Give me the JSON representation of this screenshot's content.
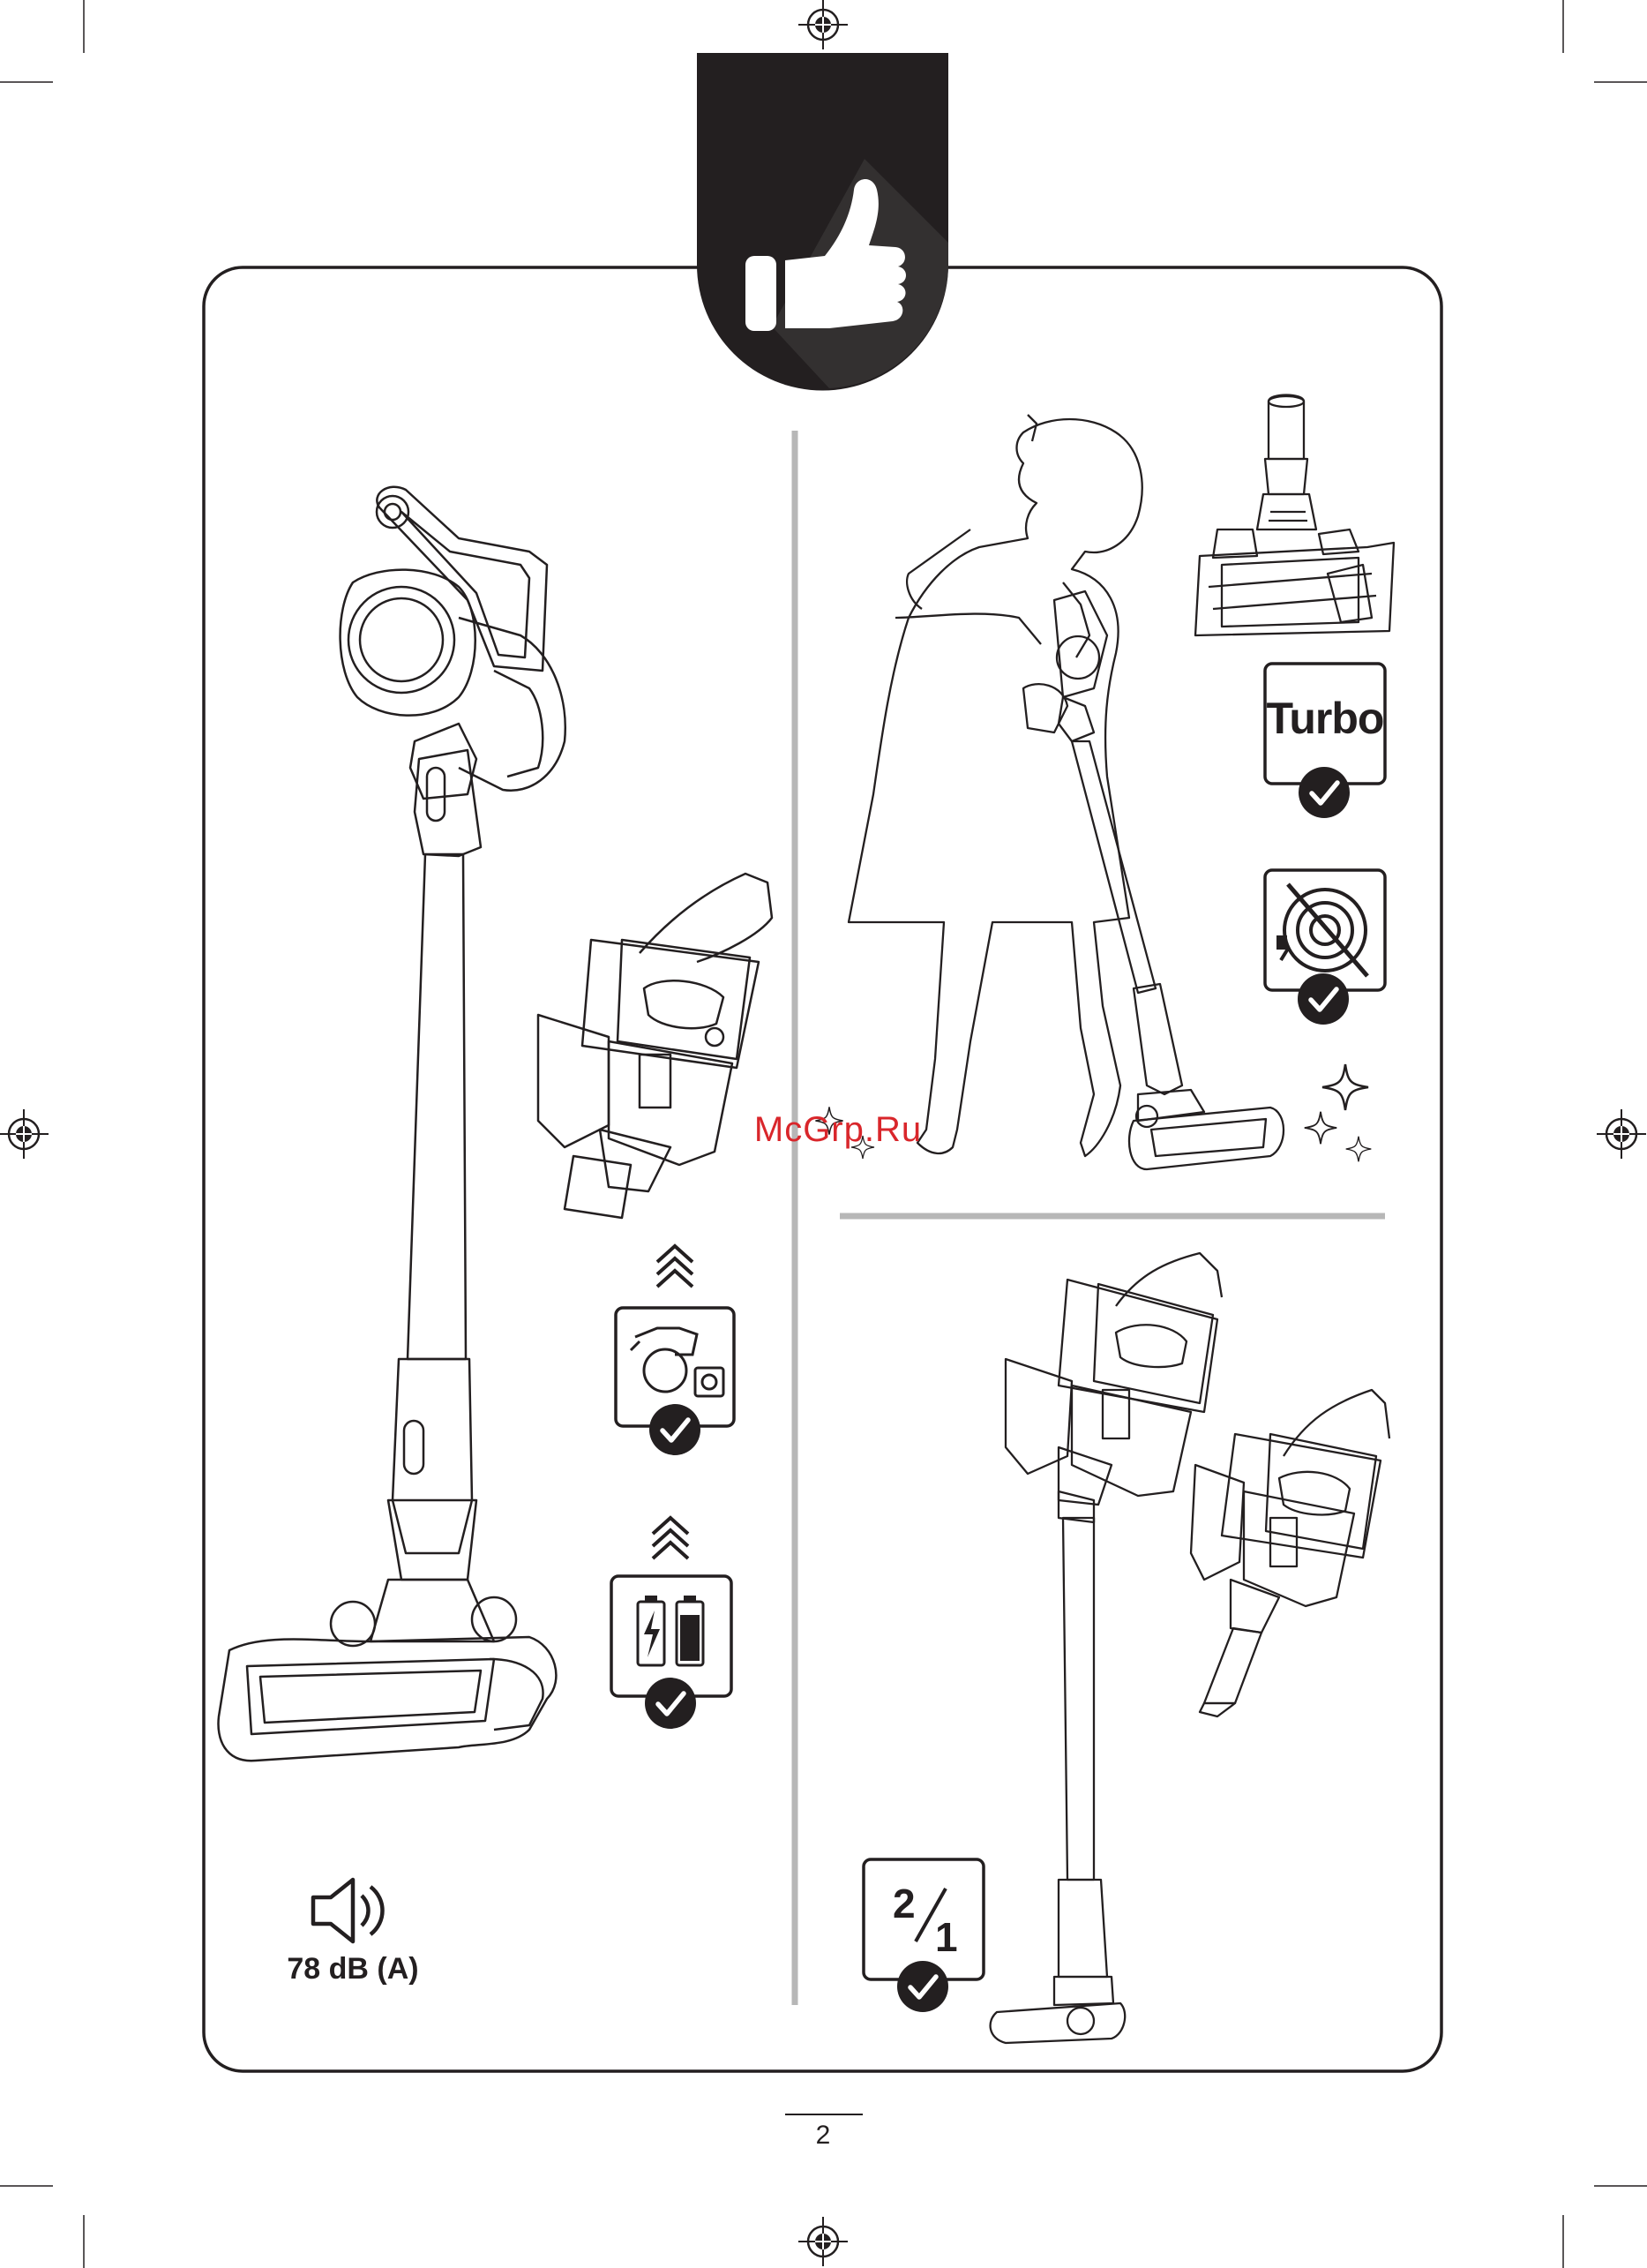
{
  "labels": {
    "turbo": "Turbo",
    "noise_level": "78 dB (A)",
    "dual_mode": {
      "numerator": "2",
      "denominator": "1"
    },
    "page_number": "2",
    "watermark": "McGrp.Ru"
  },
  "icons": {
    "header": "thumbs-up-icon",
    "check": "checkmark-icon",
    "speaker": "speaker-sound-icon",
    "charging": "charging-station-icon",
    "battery": "battery-charging-icon",
    "cordless": "no-cord-icon",
    "sparkle": "sparkle-icon",
    "chevrons": "double-chevron-up-icon"
  },
  "colors": {
    "ink": "#231f20",
    "divider": "#b7b7b7",
    "watermark": "#d9262b"
  }
}
